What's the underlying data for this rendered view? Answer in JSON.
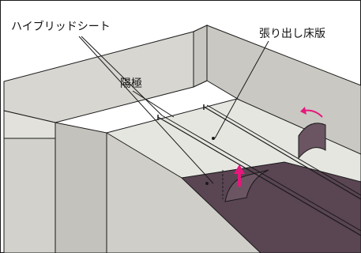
{
  "labels": {
    "hybrid_sheet": "ハイブリッドシート",
    "inside_corner": "陽極",
    "overhang_slab": "張り出し床版"
  },
  "colors": {
    "concrete_wall": "#d7d6d1",
    "concrete_shadow": "#bdbcb6",
    "concrete_top": "#e8e8e3",
    "sheet": "#5a4553",
    "sheet_curl": "#6c5563",
    "arrow": "#e6177c",
    "line": "#1a1a1a"
  }
}
